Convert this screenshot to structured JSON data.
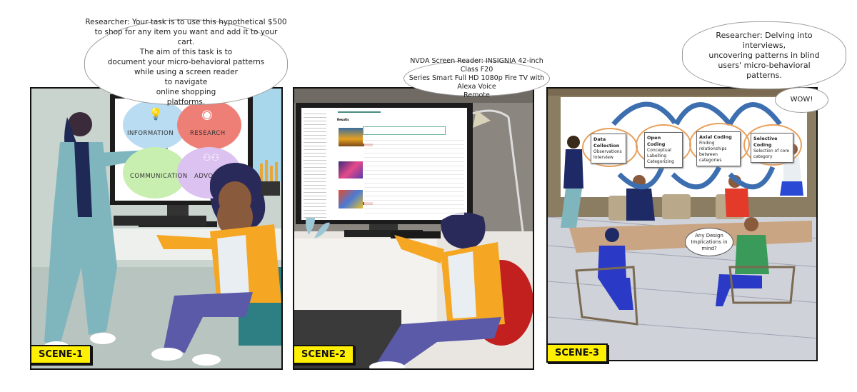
{
  "scenes": [
    {
      "label": "SCENE-1",
      "bubble": {
        "line1": "Researcher: Your task is to use this hypothetical $500",
        "line2": "to shop for any item you want and add it to your cart.",
        "line3": "The aim of this task is to",
        "line4": "document your micro-behavioral  patterns",
        "line5": "while using a screen reader",
        "line6": "to  navigate",
        "line7": "online shopping",
        "line8": "platforms."
      },
      "screen_circles": [
        {
          "label": "INFORMATION",
          "icon": "lightbulb-icon",
          "color": "#b9dcf2"
        },
        {
          "label": "RESEARCH",
          "icon": "eye-icon",
          "color": "#ee7f76"
        },
        {
          "label": "COMMUNICATION",
          "icon": "hand-icon",
          "color": "#c9efb0"
        },
        {
          "label": "ADVO",
          "icon": "people-icon",
          "color": "#dcc2f0"
        }
      ]
    },
    {
      "label": "SCENE-2",
      "bubble": {
        "line1": "NVDA Screen Reader: INSIGNIA 42-inch Class F20",
        "line2": "Series Smart Full HD 1080p Fire TV with Alexa Voice",
        "line3": "Remote"
      },
      "screen": {
        "heading": "Results",
        "highlight_color": "#6bb39a"
      }
    },
    {
      "label": "SCENE-3",
      "bubble": {
        "line1": "Researcher: Delving into",
        "line2": "interviews,",
        "line3": "uncovering patterns in blind",
        "line4": "users' micro-behavioral",
        "line5": "patterns."
      },
      "wow": "WOW!",
      "question": {
        "line1": "Any Design",
        "line2": "Implications in",
        "line3": "mind?"
      },
      "coding_steps": [
        {
          "title": "Data Collection",
          "items": [
            "Observations",
            "Interview"
          ]
        },
        {
          "title": "Open Coding",
          "items": [
            "Conceptual Labelling",
            "Categorizing"
          ]
        },
        {
          "title": "Axial Coding",
          "items": [
            "Finding relationships between categories"
          ]
        },
        {
          "title": "Selective Coding",
          "items": [
            "Selection of core category"
          ]
        }
      ]
    }
  ],
  "colors": {
    "scene_label": "#ffef00",
    "arrow": "#3d6fb0",
    "oval": "#e8a05a"
  }
}
